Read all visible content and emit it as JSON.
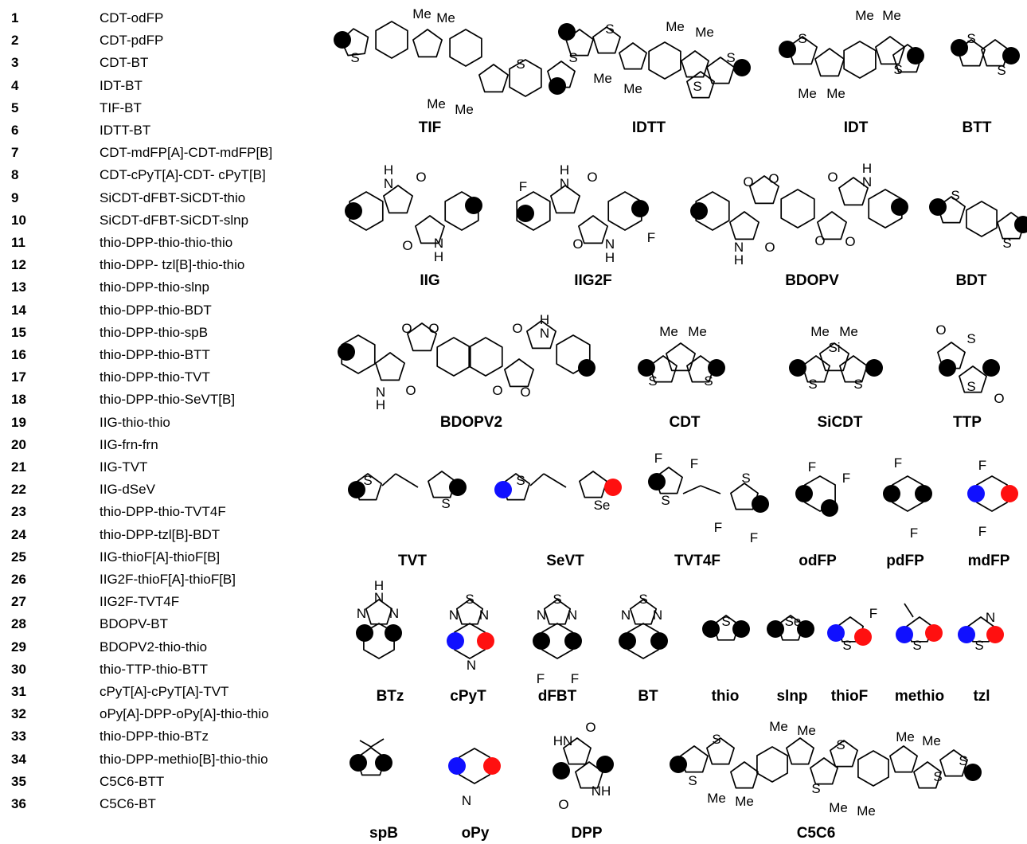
{
  "compounds": [
    {
      "num": "1",
      "name": "CDT-odFP"
    },
    {
      "num": "2",
      "name": "CDT-pdFP"
    },
    {
      "num": "3",
      "name": "CDT-BT"
    },
    {
      "num": "4",
      "name": "IDT-BT"
    },
    {
      "num": "5",
      "name": "TIF-BT"
    },
    {
      "num": "6",
      "name": "IDTT-BT"
    },
    {
      "num": "7",
      "name": "CDT-mdFP[A]-CDT-mdFP[B]"
    },
    {
      "num": "8",
      "name": "CDT-cPyT[A]-CDT- cPyT[B]"
    },
    {
      "num": "9",
      "name": "SiCDT-dFBT-SiCDT-thio"
    },
    {
      "num": "10",
      "name": "SiCDT-dFBT-SiCDT-slnp"
    },
    {
      "num": "11",
      "name": "thio-DPP-thio-thio-thio"
    },
    {
      "num": "12",
      "name": "thio-DPP- tzl[B]-thio-thio"
    },
    {
      "num": "13",
      "name": "thio-DPP-thio-slnp"
    },
    {
      "num": "14",
      "name": "thio-DPP-thio-BDT"
    },
    {
      "num": "15",
      "name": "thio-DPP-thio-spB"
    },
    {
      "num": "16",
      "name": "thio-DPP-thio-BTT"
    },
    {
      "num": "17",
      "name": "thio-DPP-thio-TVT"
    },
    {
      "num": "18",
      "name": "thio-DPP-thio-SeVT[B]"
    },
    {
      "num": "19",
      "name": "IIG-thio-thio"
    },
    {
      "num": "20",
      "name": "IIG-frn-frn"
    },
    {
      "num": "21",
      "name": "IIG-TVT"
    },
    {
      "num": "22",
      "name": "IIG-dSeV"
    },
    {
      "num": "23",
      "name": "thio-DPP-thio-TVT4F"
    },
    {
      "num": "24",
      "name": "thio-DPP-tzl[B]-BDT"
    },
    {
      "num": "25",
      "name": "IIG-thioF[A]-thioF[B]"
    },
    {
      "num": "26",
      "name": "IIG2F-thioF[A]-thioF[B]"
    },
    {
      "num": "27",
      "name": "IIG2F-TVT4F"
    },
    {
      "num": "28",
      "name": "BDOPV-BT"
    },
    {
      "num": "29",
      "name": "BDOPV2-thio-thio"
    },
    {
      "num": "30",
      "name": "thio-TTP-thio-BTT"
    },
    {
      "num": "31",
      "name": "cPyT[A]-cPyT[A]-TVT"
    },
    {
      "num": "32",
      "name": "oPy[A]-DPP-oPy[A]-thio-thio"
    },
    {
      "num": "33",
      "name": "thio-DPP-thio-BTz"
    },
    {
      "num": "34",
      "name": "thio-DPP-methio[B]-thio-thio"
    },
    {
      "num": "35",
      "name": "C5C6-BTT"
    },
    {
      "num": "36",
      "name": "C5C6-BT"
    }
  ],
  "fragments": [
    {
      "id": "TIF",
      "label": "TIF"
    },
    {
      "id": "IDTT",
      "label": "IDTT"
    },
    {
      "id": "IDT",
      "label": "IDT"
    },
    {
      "id": "BTT",
      "label": "BTT"
    },
    {
      "id": "IIG",
      "label": "IIG"
    },
    {
      "id": "IIG2F",
      "label": "IIG2F"
    },
    {
      "id": "BDOPV",
      "label": "BDOPV"
    },
    {
      "id": "BDT",
      "label": "BDT"
    },
    {
      "id": "BDOPV2",
      "label": "BDOPV2"
    },
    {
      "id": "CDT",
      "label": "CDT"
    },
    {
      "id": "SiCDT",
      "label": "SiCDT"
    },
    {
      "id": "TTP",
      "label": "TTP"
    },
    {
      "id": "TVT",
      "label": "TVT"
    },
    {
      "id": "SeVT",
      "label": "SeVT"
    },
    {
      "id": "TVT4F",
      "label": "TVT4F"
    },
    {
      "id": "odFP",
      "label": "odFP"
    },
    {
      "id": "pdFP",
      "label": "pdFP"
    },
    {
      "id": "mdFP",
      "label": "mdFP"
    },
    {
      "id": "BTz",
      "label": "BTz"
    },
    {
      "id": "cPyT",
      "label": "cPyT"
    },
    {
      "id": "dFBT",
      "label": "dFBT"
    },
    {
      "id": "BT",
      "label": "BT"
    },
    {
      "id": "thio",
      "label": "thio"
    },
    {
      "id": "slnp",
      "label": "slnp"
    },
    {
      "id": "thioF",
      "label": "thioF"
    },
    {
      "id": "methio",
      "label": "methio"
    },
    {
      "id": "tzl",
      "label": "tzl"
    },
    {
      "id": "spB",
      "label": "spB"
    },
    {
      "id": "oPy",
      "label": "oPy"
    },
    {
      "id": "DPP",
      "label": "DPP"
    },
    {
      "id": "C5C6",
      "label": "C5C6"
    }
  ],
  "atom_labels": {
    "S": "S",
    "Se": "Se",
    "Si": "Si",
    "N": "N",
    "H": "H",
    "O": "O",
    "F": "F",
    "Me": "Me",
    "HN": "HN",
    "NH": "NH"
  },
  "colors": {
    "black_site": "#000000",
    "blue_site": "#1010ff",
    "red_site": "#ff1010"
  }
}
